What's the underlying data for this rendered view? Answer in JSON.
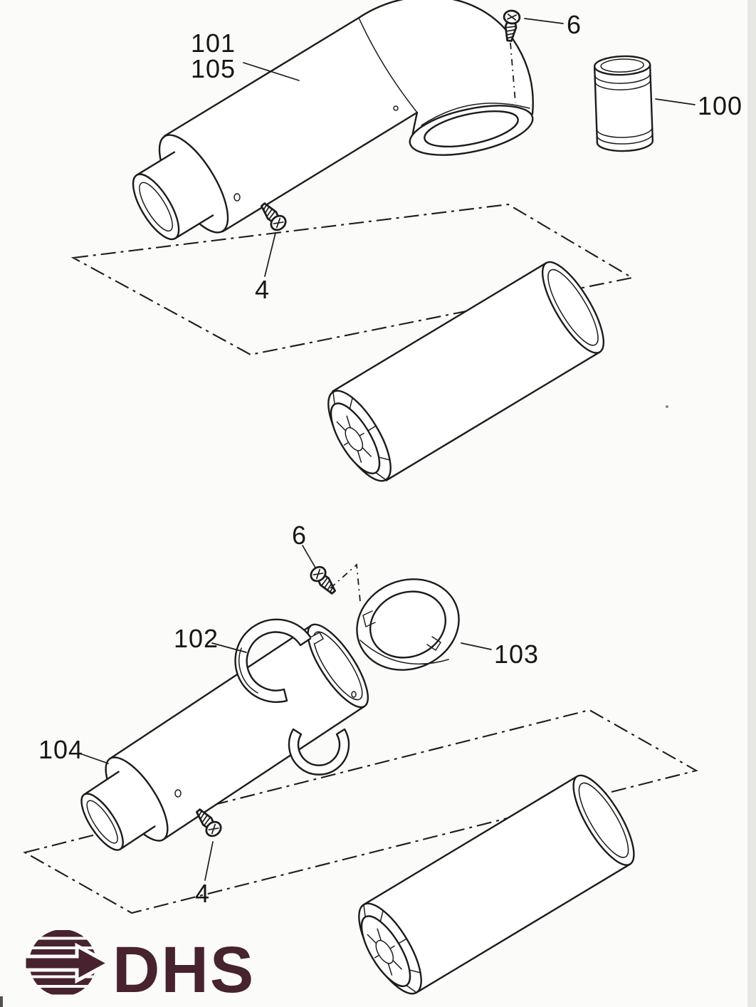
{
  "callouts": {
    "c101": "101",
    "c105": "105",
    "c6_top": "6",
    "c100": "100",
    "c4_top": "4",
    "c6_mid": "6",
    "c102": "102",
    "c103": "103",
    "c104": "104",
    "c4_bot": "4"
  },
  "logo": {
    "text": "DHS",
    "color": "#47222f"
  },
  "ink_color": "#1c1c1c"
}
